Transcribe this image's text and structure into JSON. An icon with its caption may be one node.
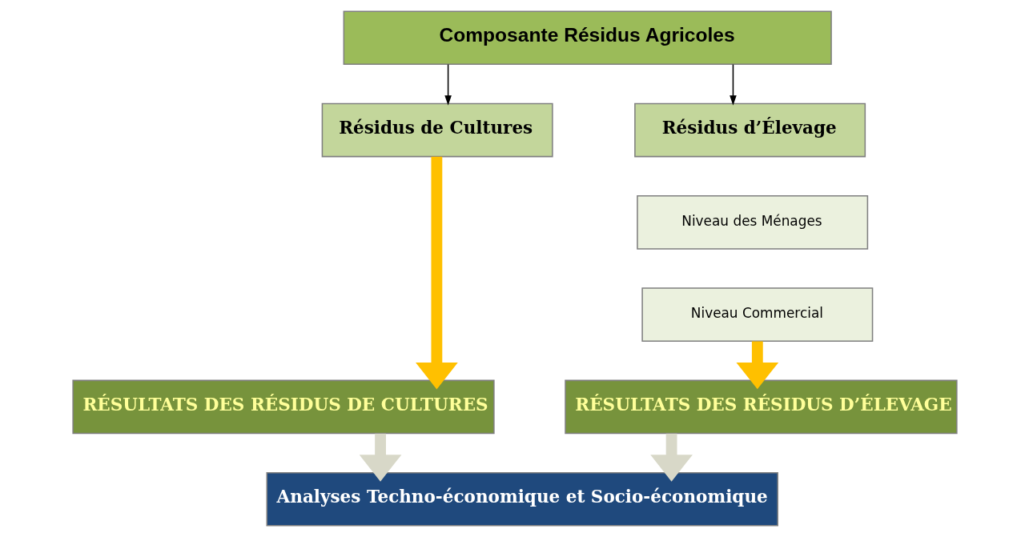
{
  "diagram": {
    "nodes": [
      {
        "text": [
          "Composante Résidus Agricoles"
        ]
      },
      {
        "text": [
          "Résidus de Cultures"
        ]
      },
      {
        "text": [
          "Résidus d’Élevage"
        ]
      },
      {
        "text": [
          "Niveau des Ménages"
        ]
      },
      {
        "text": [
          "Niveau Commercial"
        ]
      },
      {
        "text": [
          "RÉSULTATS DES RÉSIDUS DE CULTURES"
        ]
      },
      {
        "text": [
          "RÉSULTATS DES RÉSIDUS D’ÉLEVAGE"
        ]
      },
      {
        "text": [
          "Analyses Techno-économique et Socio-économique"
        ]
      }
    ],
    "edges": [
      {
        "from": 0,
        "to": 1,
        "arrow": "to"
      },
      {
        "from": 0,
        "to": 2,
        "arrow": "to"
      },
      {
        "from": 1,
        "to": 5,
        "arrow": "to",
        "color": "#ffc000"
      },
      {
        "from": 4,
        "to": 6,
        "arrow": "to",
        "color": "#ffc000"
      },
      {
        "from": 5,
        "to": 7,
        "arrow": "to",
        "color": "#d8d8c8"
      },
      {
        "from": 6,
        "to": 7,
        "arrow": "to",
        "color": "#d8d8c8"
      }
    ]
  }
}
